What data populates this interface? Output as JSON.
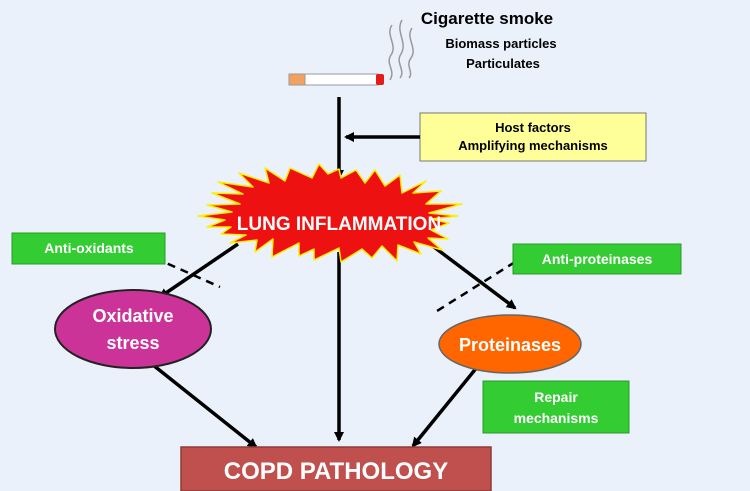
{
  "sources": {
    "line1": "Cigarette smoke",
    "line2": "Biomass particles",
    "line3": "Particulates"
  },
  "host_box": {
    "line1": "Host factors",
    "line2": "Amplifying mechanisms",
    "color": "#ffff99"
  },
  "inflammation": {
    "label": "LUNG INFLAMMATION",
    "color": "#ee1111"
  },
  "antioxidants": {
    "label": "Anti-oxidants",
    "color": "#33cc33"
  },
  "antiproteinases": {
    "label": "Anti-proteinases",
    "color": "#33cc33"
  },
  "oxidative": {
    "line1": "Oxidative",
    "line2": "stress",
    "color": "#cc3399"
  },
  "proteinases": {
    "label": "Proteinases",
    "color": "#ff6600"
  },
  "repair": {
    "line1": "Repair",
    "line2": "mechanisms",
    "color": "#33cc33"
  },
  "pathology": {
    "label": "COPD PATHOLOGY",
    "color": "#c0504d"
  }
}
